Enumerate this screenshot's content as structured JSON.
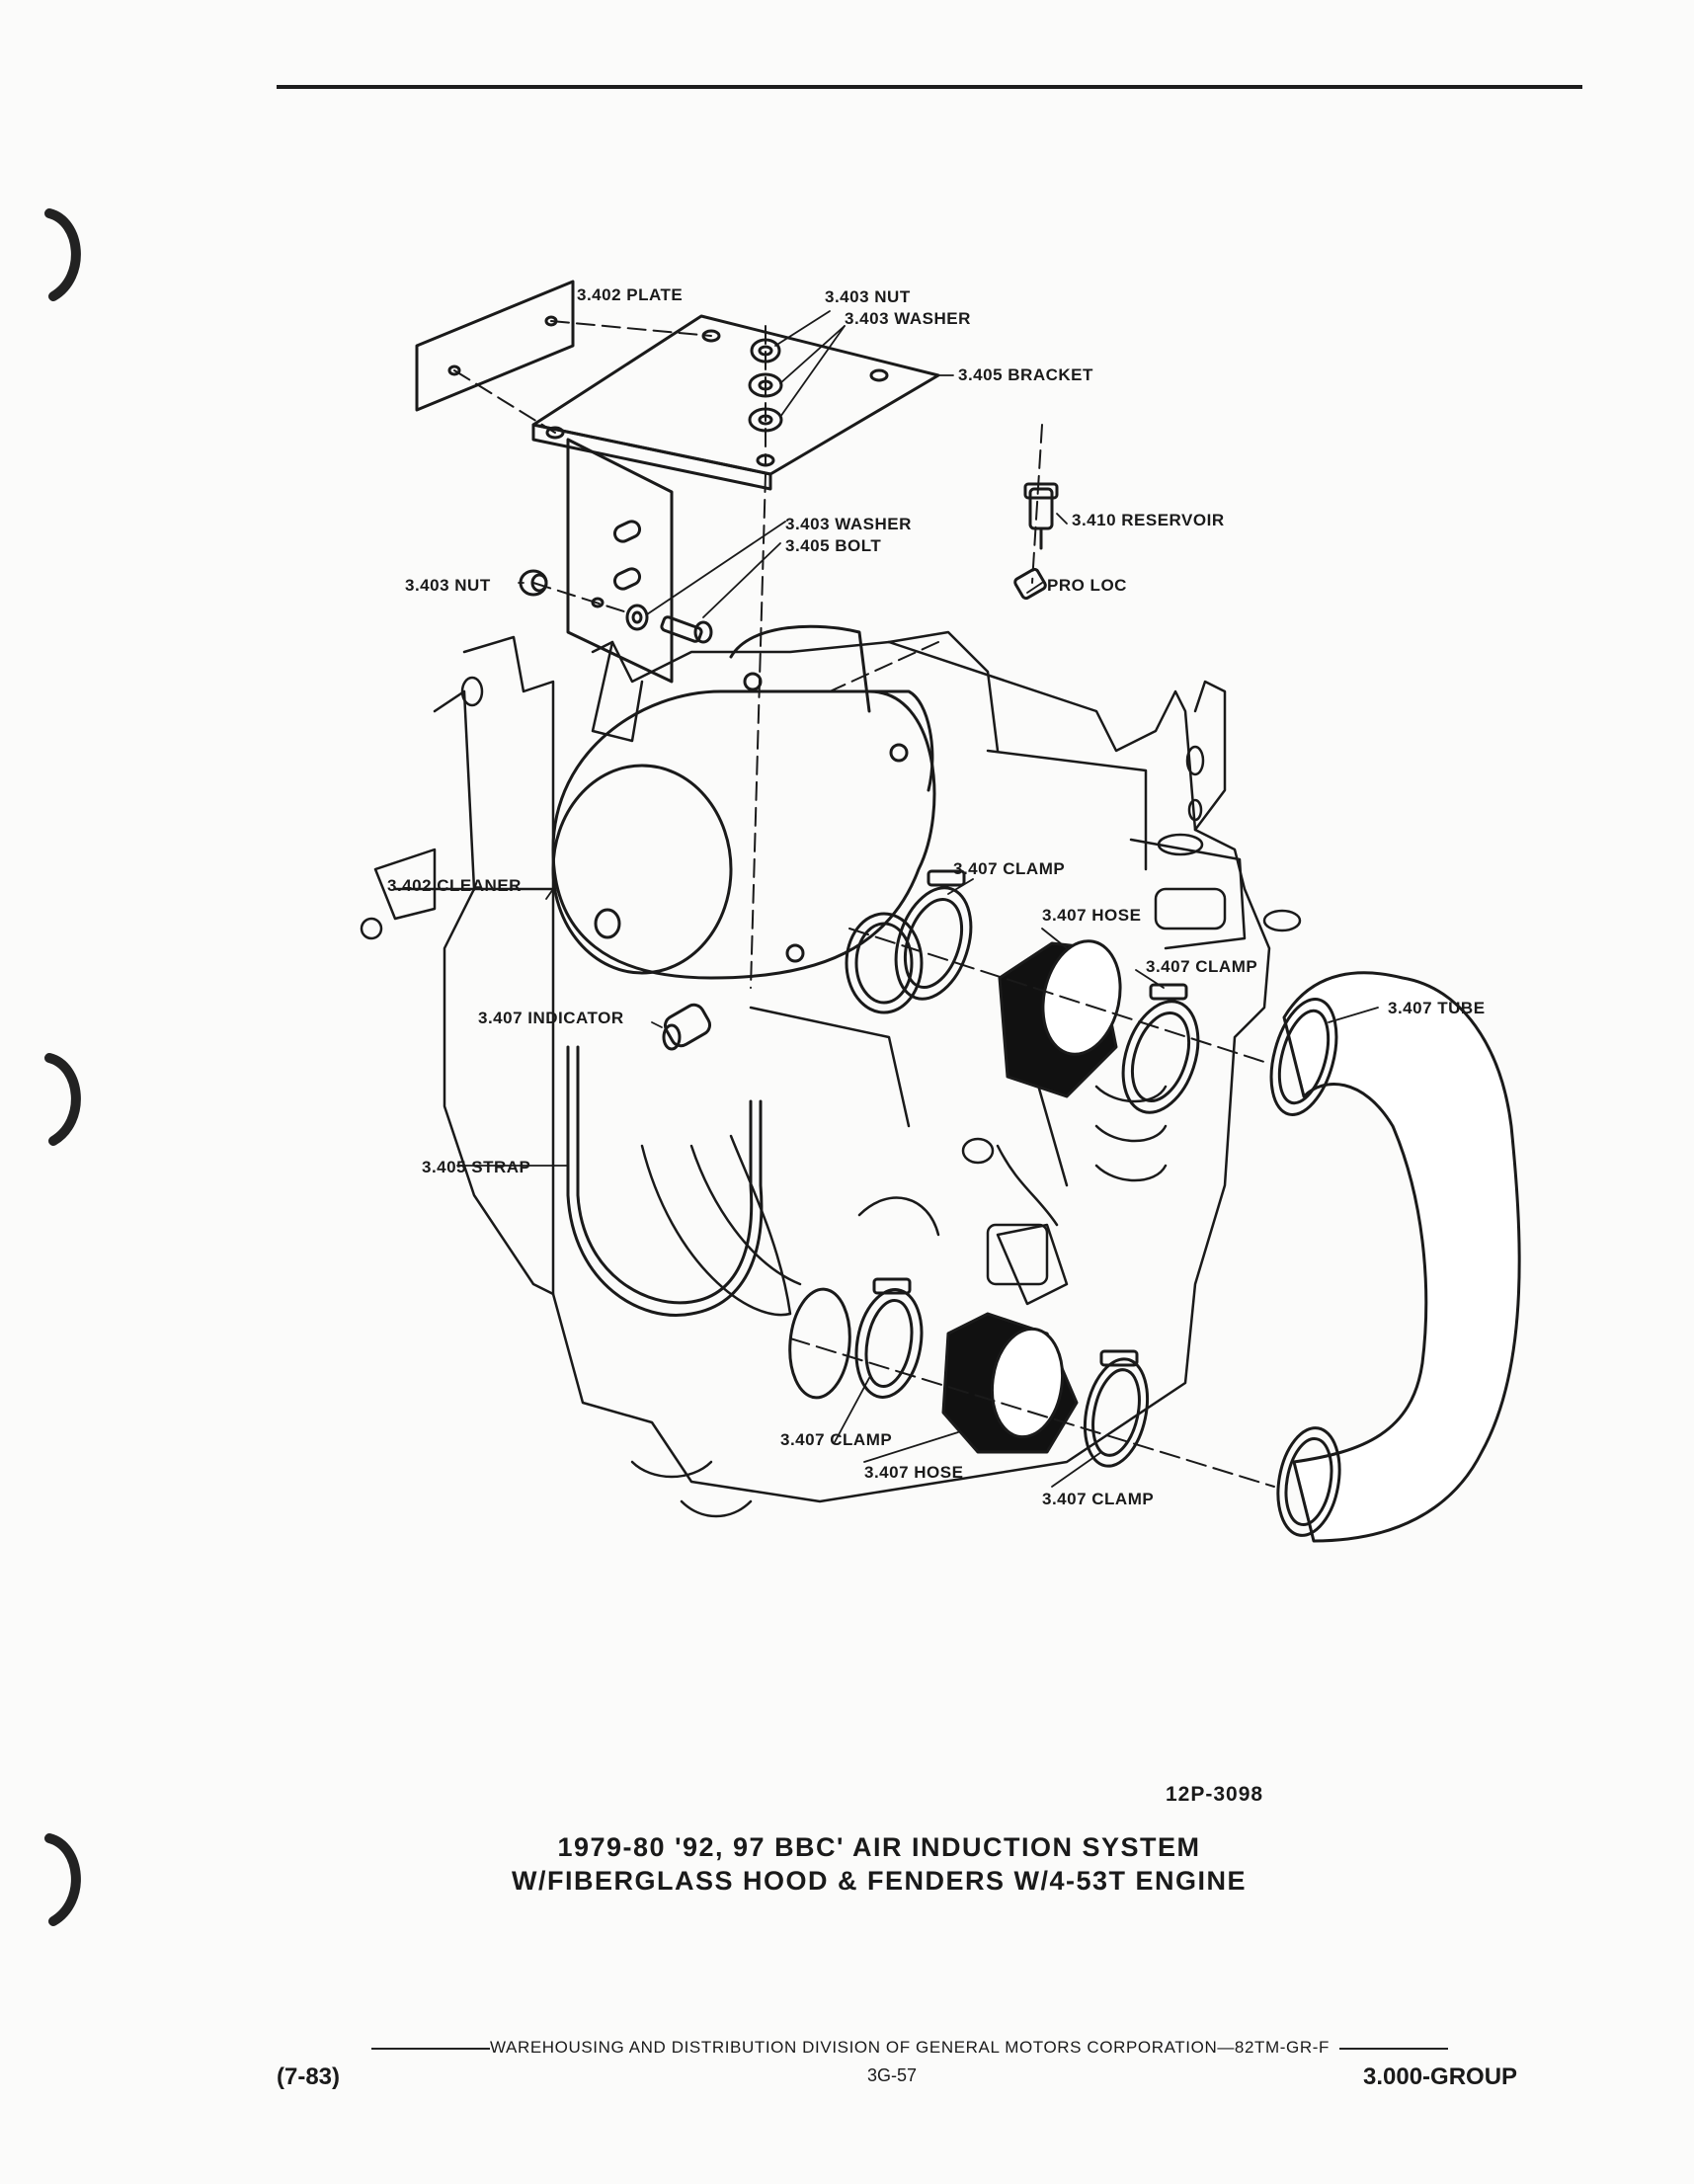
{
  "labels": {
    "plate": "3.402 PLATE",
    "nut_top": "3.403 NUT",
    "washer_top": "3.403 WASHER",
    "bracket": "3.405 BRACKET",
    "washer_mid": "3.403 WASHER",
    "bolt": "3.405 BOLT",
    "nut_left": "3.403 NUT",
    "reservoir": "3.410 RESERVOIR",
    "pro_loc": "PRO LOC",
    "cleaner": "3.402 CLEANER",
    "clamp_1": "3.407 CLAMP",
    "hose_1": "3.407 HOSE",
    "clamp_2": "3.407 CLAMP",
    "tube": "3.407 TUBE",
    "indicator": "3.407 INDICATOR",
    "strap": "3.405 STRAP",
    "clamp_3": "3.407 CLAMP",
    "hose_2": "3.407 HOSE",
    "clamp_4": "3.407 CLAMP"
  },
  "figure_number": "12P-3098",
  "caption": {
    "line1": "1979-80 '92, 97 BBC' AIR INDUCTION SYSTEM",
    "line2": "W/FIBERGLASS HOOD & FENDERS W/4-53T ENGINE"
  },
  "footer": {
    "division": "WAREHOUSING AND DISTRIBUTION DIVISION OF GENERAL MOTORS CORPORATION—82TM-GR-F",
    "date": "(7-83)",
    "page": "3G-57",
    "group": "3.000-GROUP"
  }
}
